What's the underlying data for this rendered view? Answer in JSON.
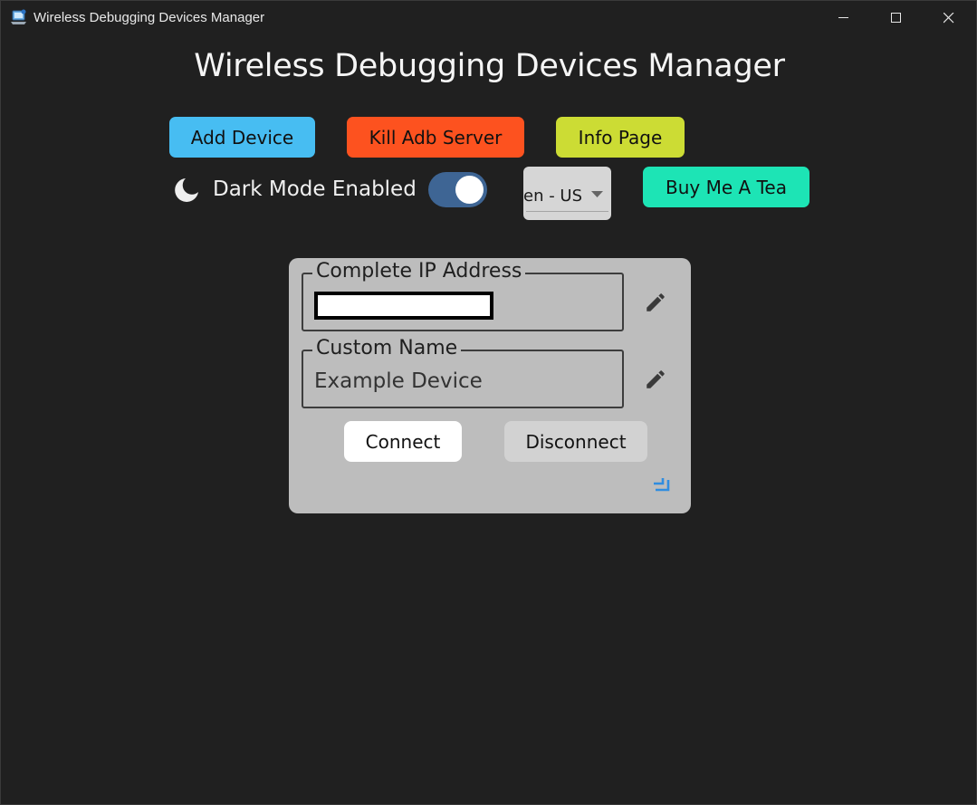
{
  "window": {
    "title": "Wireless Debugging Devices Manager",
    "app_icon": "laptop-app-icon",
    "controls": [
      "minimize-icon",
      "maximize-icon",
      "close-icon"
    ]
  },
  "header": {
    "title": "Wireless Debugging Devices Manager"
  },
  "toolbar": {
    "add_device": "Add Device",
    "kill_adb": "Kill Adb Server",
    "info_page": "Info Page",
    "buy_tea": "Buy Me A Tea"
  },
  "settings": {
    "dark_mode_label": "Dark Mode Enabled",
    "dark_mode_enabled": true,
    "moon_icon": "moon-icon",
    "language": "en - US"
  },
  "device_card": {
    "ip_label": "Complete IP Address",
    "ip_value": "",
    "name_label": "Custom Name",
    "name_value": "Example Device",
    "connect": "Connect",
    "disconnect": "Disconnect",
    "edit_icon": "pencil-icon",
    "collapse_icon": "collapse-corner-icon"
  },
  "colors": {
    "background": "#202020",
    "add_device": "#47bdf2",
    "kill_adb": "#fd521f",
    "info_page": "#ccdc34",
    "buy_tea": "#1de4b5",
    "toggle_on": "#3e6594",
    "card": "#bdbdbd",
    "accent_blue": "#2f8de0"
  }
}
